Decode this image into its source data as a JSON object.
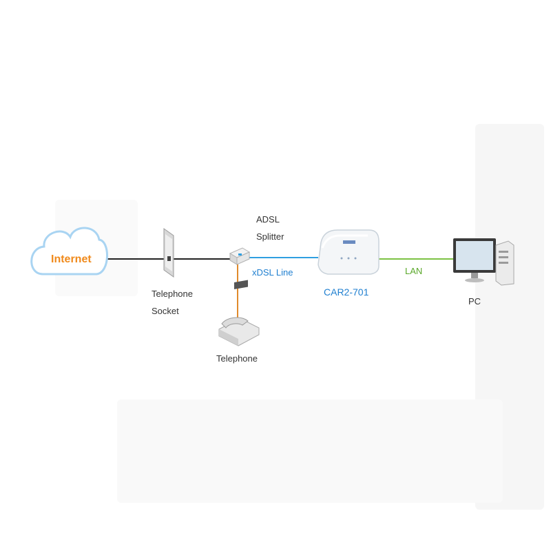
{
  "diagram": {
    "internet_label": "Internet",
    "telephone_socket_label": [
      "Telephone",
      "Socket"
    ],
    "splitter_label": [
      "ADSL",
      "Splitter"
    ],
    "telephone_label": "Telephone",
    "xdsl_line_label": "xDSL Line",
    "router_label": "CAR2-701",
    "lan_label": "LAN",
    "pc_label": "PC"
  },
  "colors": {
    "internet_text": "#f08a1c",
    "cloud": "#a9d4f2",
    "phone_line": "#e08a2a",
    "xdsl_line": "#2f9fe0",
    "lan_line": "#7cc243",
    "main_line": "#222222"
  },
  "icons": [
    "cloud-icon",
    "telephone-socket-icon",
    "splitter-icon",
    "telephone-icon",
    "router-icon",
    "pc-icon"
  ]
}
